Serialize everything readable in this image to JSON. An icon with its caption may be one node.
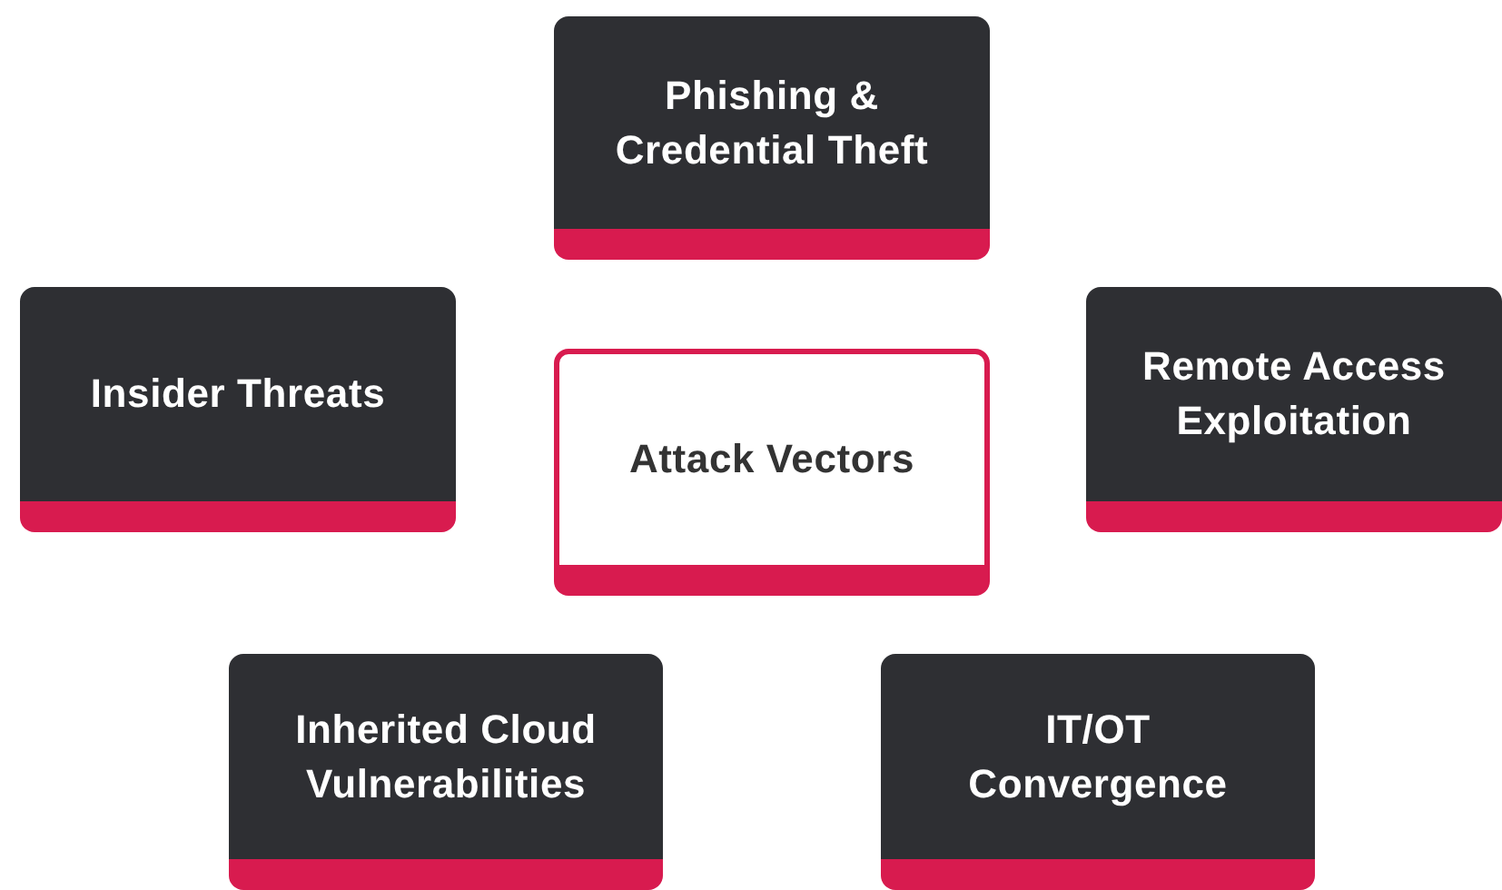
{
  "diagram": {
    "nodes": [
      {
        "text": [
          "Phishing & Credential Theft"
        ]
      },
      {
        "text": [
          "Insider Threats"
        ]
      },
      {
        "text": [
          "Attack Vectors"
        ]
      },
      {
        "text": [
          "Remote Access Exploitation"
        ]
      },
      {
        "text": [
          "Inherited Cloud Vulnerabilities"
        ]
      },
      {
        "text": [
          "IT/OT Convergence"
        ]
      }
    ]
  }
}
